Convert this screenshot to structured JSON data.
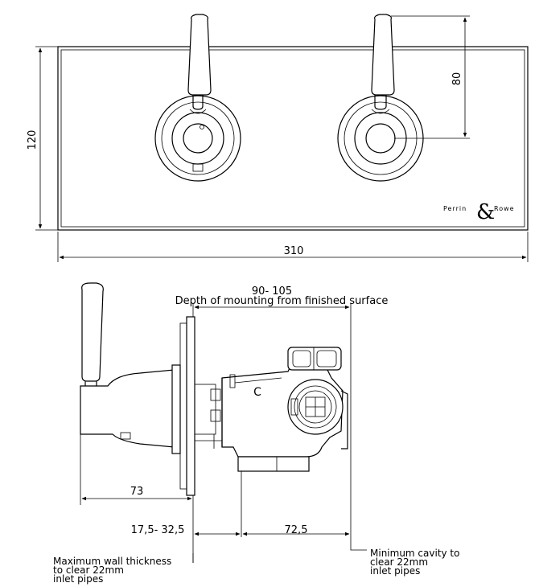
{
  "dimensions": {
    "height": "120",
    "width": "310",
    "lever_offset": "80",
    "mount_depth": "90- 105",
    "mount_depth_label": "Depth of mounting from finished surface",
    "lever_projection": "73",
    "wall_range": "17,5- 32,5",
    "cavity_depth": "72,5"
  },
  "notes": {
    "wall_line1": "Maximum wall thickness",
    "wall_line2": "to clear 22mm",
    "wall_line3": "inlet pipes",
    "cavity_line1": "Minimum cavity to",
    "cavity_line2": "clear 22mm",
    "cavity_line3": "inlet pipes"
  },
  "brand": {
    "left": "Perrin",
    "right": "Rowe",
    "amp": "&"
  },
  "valve_mark": "C"
}
